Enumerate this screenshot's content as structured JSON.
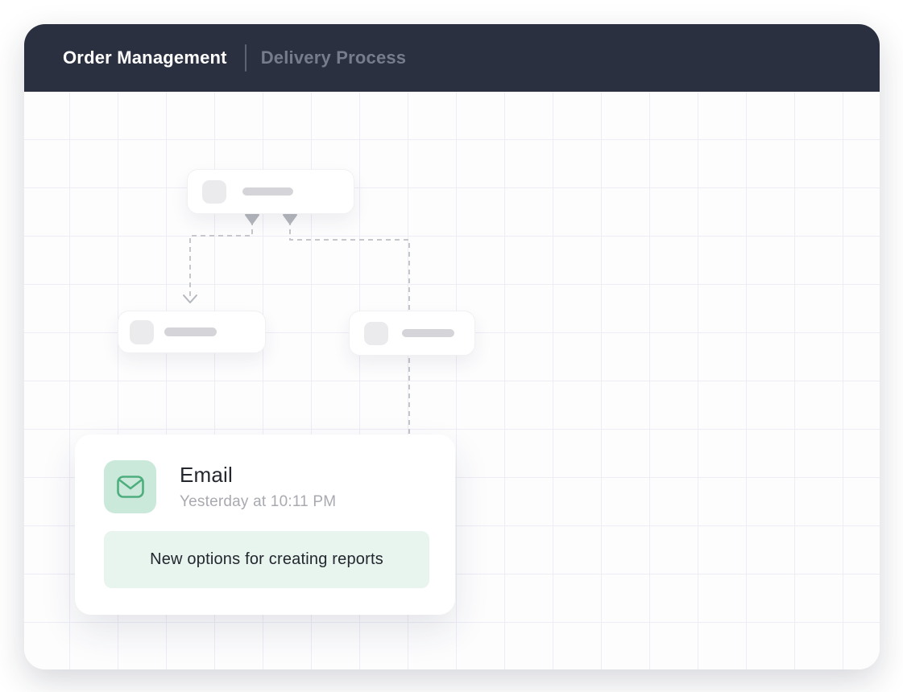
{
  "header": {
    "title": "Order Management",
    "subtitle": "Delivery Process"
  },
  "email_card": {
    "title": "Email",
    "timestamp": "Yesterday at 10:11 PM",
    "message": "New options for creating reports"
  },
  "icons": {
    "email_icon": "envelope-icon",
    "node_icon": "app-placeholder-icon"
  },
  "colors": {
    "header_bg": "#2a3040",
    "header_title": "#ffffff",
    "header_subtitle": "#767c8c",
    "grid_line": "#ededf6",
    "canvas_bg": "#fdfdfe",
    "connector": "#c5c7cc",
    "arrow_marker": "#b4b7bd",
    "skeleton_icon": "#ebebee",
    "skeleton_bar": "#d5d5d9",
    "email_icon_bg": "#cbe9da",
    "email_icon_stroke": "#4fae7e",
    "message_bg": "#e8f4ee"
  }
}
